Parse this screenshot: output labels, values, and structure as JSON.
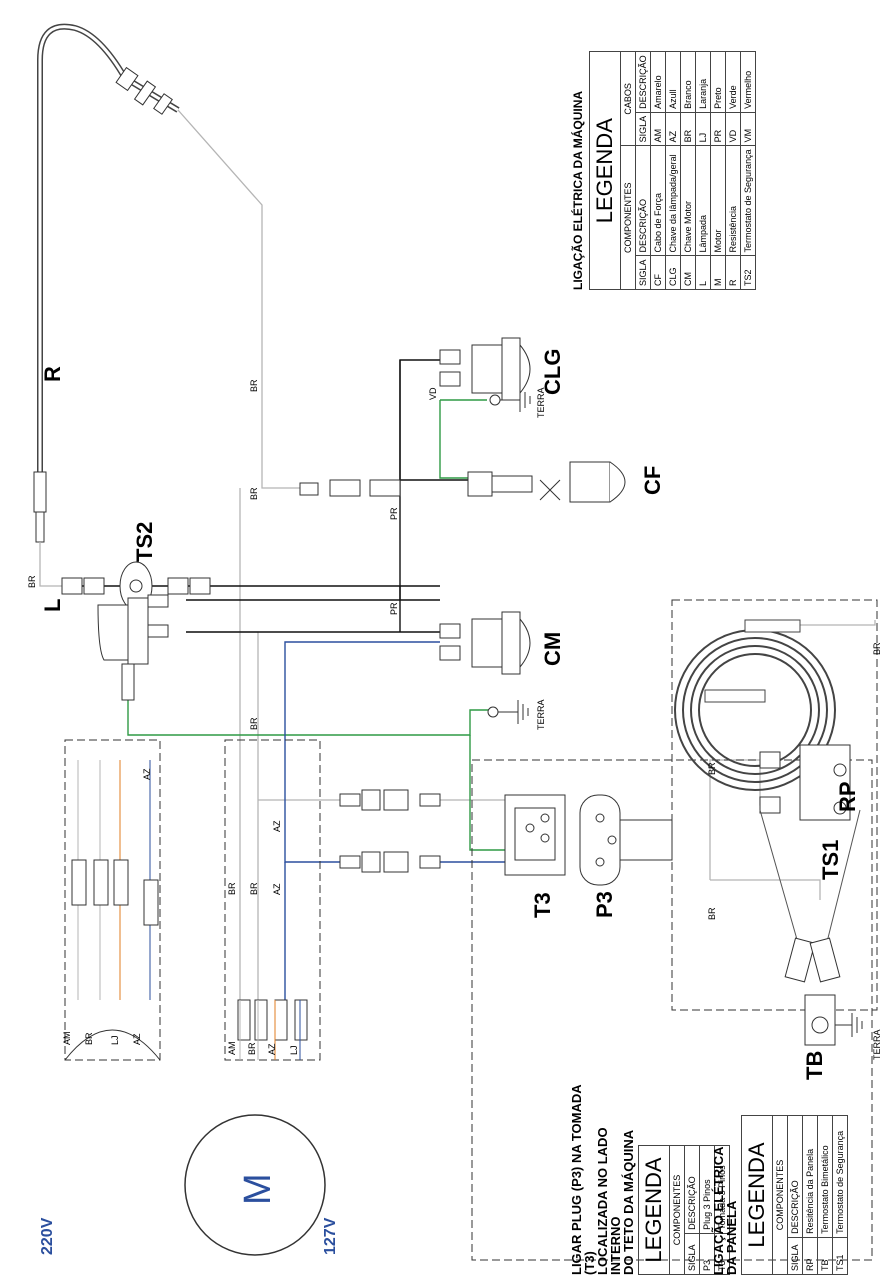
{
  "components": {
    "R": "R",
    "TS2": "TS2",
    "L": "L",
    "CLG": "CLG",
    "CM": "CM",
    "CF": "CF",
    "T3": "T3",
    "P3": "P3",
    "TS1": "TS1",
    "TB": "TB",
    "RP": "RP",
    "M": "M",
    "v220": "220V",
    "v127": "127V"
  },
  "terra": "TERRA",
  "wire_labels": {
    "BR": "BR",
    "PR": "PR",
    "VD": "VD",
    "AZ": "AZ",
    "AM": "AM",
    "LJ": "LJ"
  },
  "main_legend": {
    "title": "LIGAÇÃO ELÉTRICA DA MÁQUINA",
    "heading": "LEGENDA",
    "components_label": "COMPONENTES",
    "cables_label": "CABOS",
    "col_sigla": "SIGLA",
    "col_desc": "DESCRIÇÃO",
    "components": [
      {
        "sigla": "CF",
        "desc": "Cabo de Força"
      },
      {
        "sigla": "CLG",
        "desc": "Chave da lâmpada/geral"
      },
      {
        "sigla": "CM",
        "desc": "Chave Motor"
      },
      {
        "sigla": "L",
        "desc": "Lâmpada"
      },
      {
        "sigla": "M",
        "desc": "Motor"
      },
      {
        "sigla": "R",
        "desc": "Resistência"
      },
      {
        "sigla": "TS2",
        "desc": "Termostato de Segurança"
      }
    ],
    "cables": [
      {
        "sigla": "AM",
        "desc": "Amarelo"
      },
      {
        "sigla": "AZ",
        "desc": "Azull"
      },
      {
        "sigla": "BR",
        "desc": "Branco"
      },
      {
        "sigla": "LJ",
        "desc": "Laranja"
      },
      {
        "sigla": "PR",
        "desc": "Preto"
      },
      {
        "sigla": "VD",
        "desc": "Verde"
      },
      {
        "sigla": "VM",
        "desc": "Vermelho"
      }
    ]
  },
  "plug_legend": {
    "title_lines": [
      "LIGAR PLUG (P3) NA TOMADA (T3)",
      "LOCALIZADA NO LADO INTERNO",
      "DO TETO DA MÁQUINA"
    ],
    "heading": "LEGENDA",
    "components_label": "COMPONENTES",
    "col_sigla": "SIGLA",
    "col_desc": "DESCRIÇÃO",
    "rows": [
      {
        "sigla": "P3",
        "desc": "Plug 3 Pinos"
      },
      {
        "sigla": "T3",
        "desc": "Tomada 3 Pinos"
      }
    ]
  },
  "panela_legend": {
    "title_lines": [
      "LIGAÇÃO ELÉTRICA",
      "DA PANELA"
    ],
    "heading": "LEGENDA",
    "components_label": "COMPONENTES",
    "col_sigla": "SIGLA",
    "col_desc": "DESCRIÇÃO",
    "rows": [
      {
        "sigla": "RP",
        "desc": "Resitência da Panela"
      },
      {
        "sigla": "TB",
        "desc": "Termostato Bimetálico"
      },
      {
        "sigla": "TS1",
        "desc": "Termostato de Segurança"
      }
    ]
  },
  "colors": {
    "white_wire": "#b5b5b5",
    "black_wire": "#111111",
    "green_wire": "#2f9a45",
    "blue_wire": "#2b4f9e",
    "orange_wire": "#e07d22",
    "voltage_text": "#2b4f9e"
  }
}
